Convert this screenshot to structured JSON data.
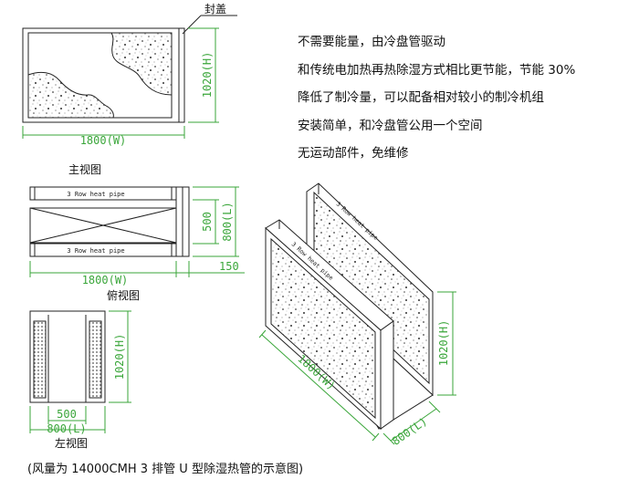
{
  "front_view": {
    "cover_label": "封盖",
    "width_dim": "1800(W)",
    "height_dim": "1020(H)",
    "view_label": "主视图"
  },
  "top_view": {
    "pipe_label_top": "3 Row heat pipe",
    "pipe_label_bottom": "3 Row heat pipe",
    "width_dim": "1800(W)",
    "depth_dim_inner": "500",
    "depth_dim_outer": "800(L)",
    "offset_dim": "150",
    "view_label": "俯视图"
  },
  "side_view": {
    "height_dim": "1020(H)",
    "inner_dim": "500",
    "outer_dim": "800(L)",
    "view_label": "左视图"
  },
  "iso_view": {
    "pipe_label_back": "3 Row heat pipe",
    "pipe_label_front": "3 Row heat pipe",
    "width_dim": "1800(W)",
    "height_dim": "1020(H)",
    "depth_dim": "800(L)"
  },
  "features": [
    "不需要能量，由冷盘管驱动",
    "和传统电加热再热除湿方式相比更节能，节能 30%",
    "降低了制冷量，可以配备相对较小的制冷机组",
    "安装简单，和冷盘管公用一个空间",
    "无运动部件，免维修"
  ],
  "caption": "(风量为 14000CMH 3 排管 U 型除湿热管的示意图)",
  "colors": {
    "line": "#222222",
    "dimension": "#3aa63a",
    "text": "#111111"
  }
}
